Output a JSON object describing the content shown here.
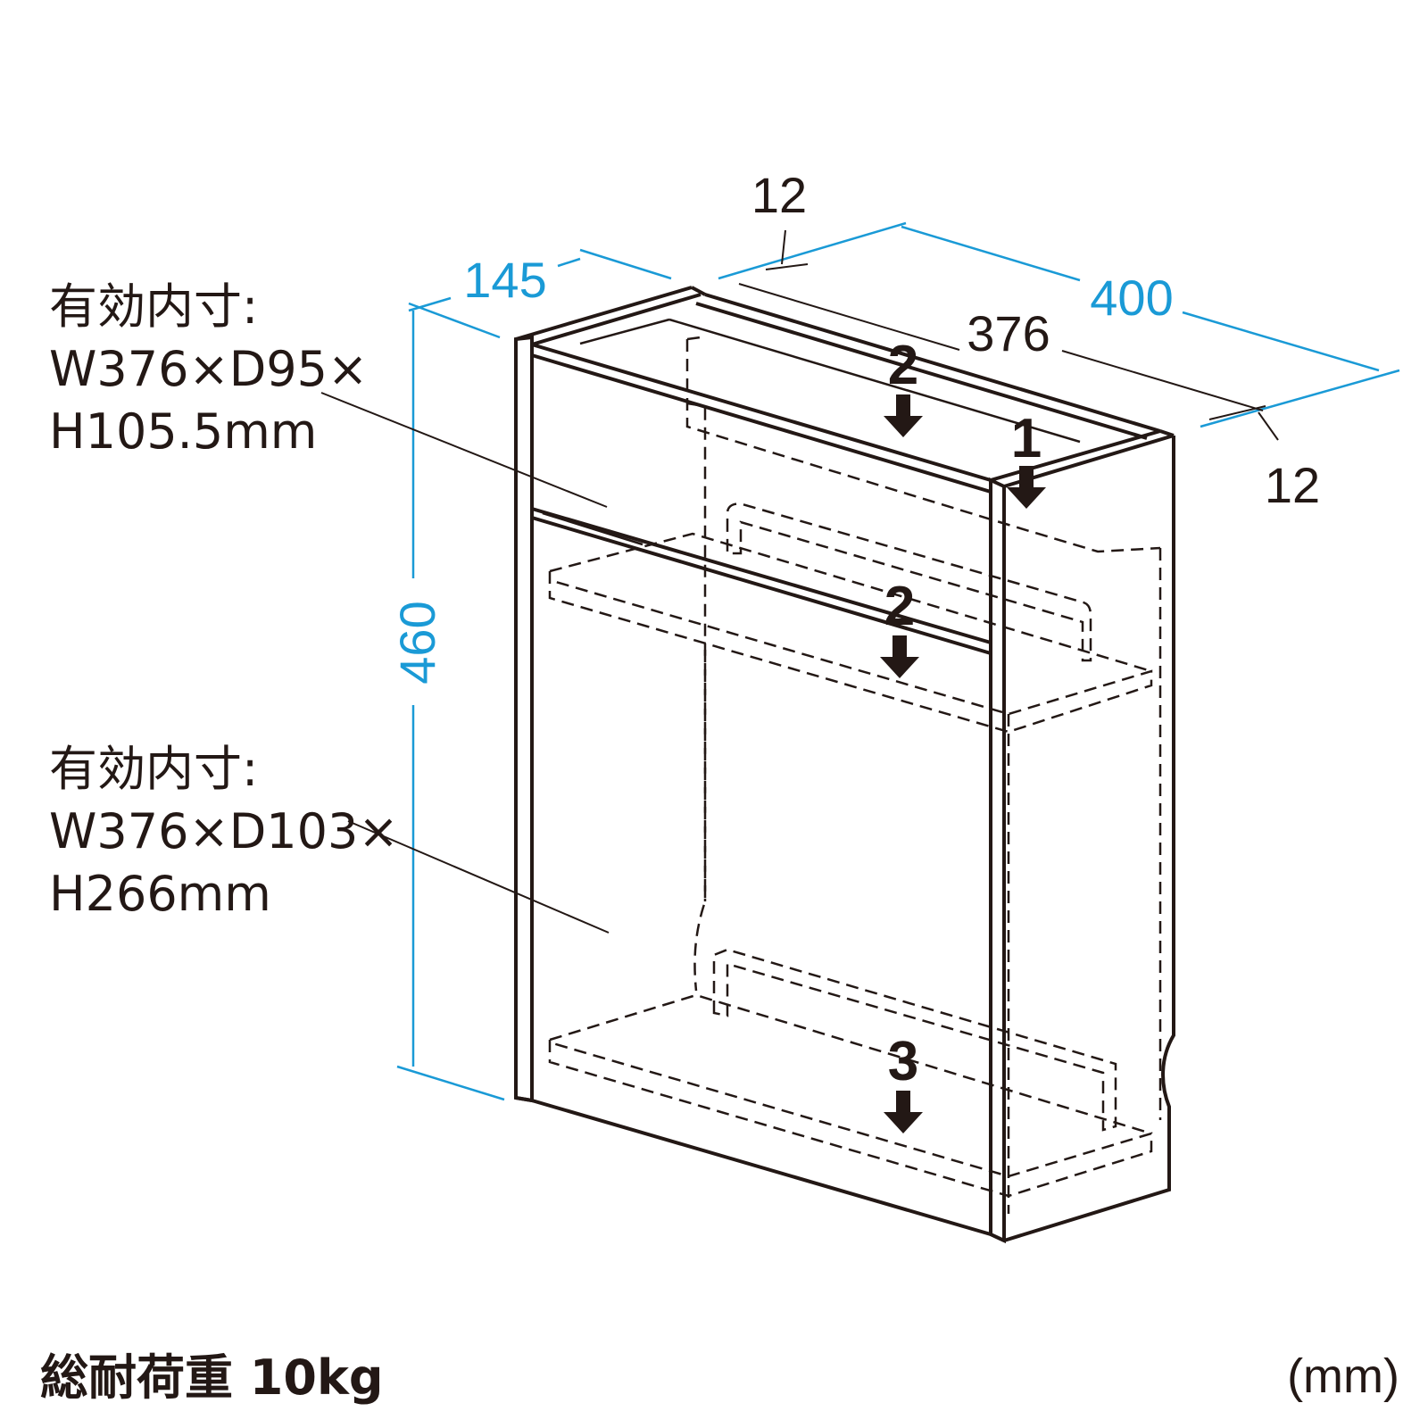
{
  "dimensions": {
    "depth_outer": "145",
    "width_outer": "400",
    "height_outer": "460",
    "width_inner": "376",
    "board_thickness_left": "12",
    "board_thickness_right": "12"
  },
  "upper_compartment": {
    "line1": "有効内寸:",
    "line2": "W376×D95×",
    "line3": "H105.5mm"
  },
  "lower_compartment": {
    "line1": "有効内寸:",
    "line2": "W376×D103×",
    "line3": "H266mm"
  },
  "steps": {
    "step_top_left": "2",
    "step_top_right": "1",
    "step_middle": "2",
    "step_bottom": "3"
  },
  "footer": {
    "total_load": "総耐荷重 10kg",
    "unit": "(mm)"
  },
  "colors": {
    "dimension_blue": "#1a9ad6",
    "line_black": "#231815"
  }
}
